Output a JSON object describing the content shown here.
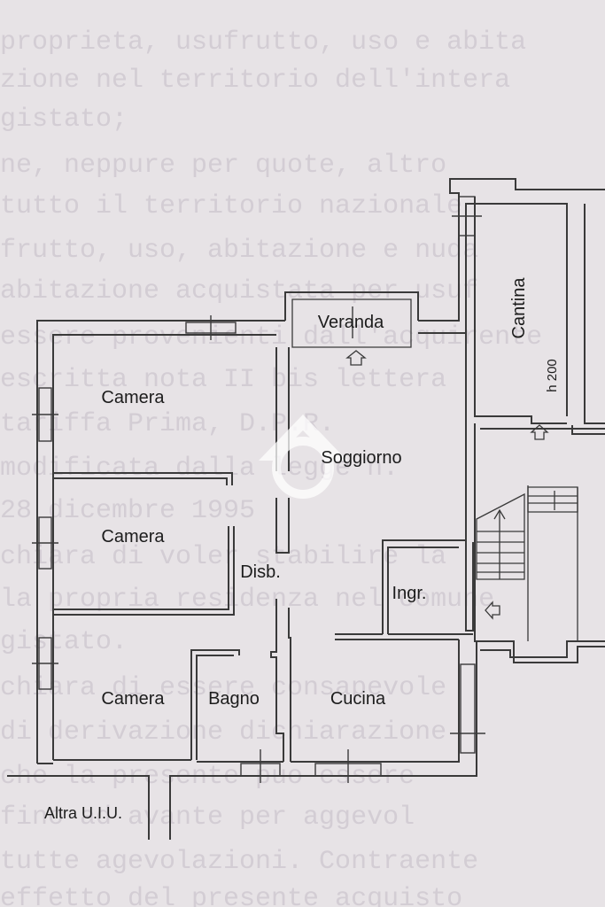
{
  "rooms": {
    "camera_top": "Camera",
    "camera_mid": "Camera",
    "camera_bottom": "Camera",
    "veranda": "Veranda",
    "soggiorno": "Soggiorno",
    "disb": "Disb.",
    "ingr": "Ingr.",
    "bagno": "Bagno",
    "cucina": "Cucina",
    "cantina": "Cantina",
    "altra": "Altra U.I.U."
  },
  "annotations": {
    "height": "h 200"
  },
  "background_text": [
    "proprieta, usufrutto, uso e abita",
    "zione nel territorio dell'intera",
    "gistato;",
    "ne, neppure per quote, altro",
    "tutto il territorio nazionale",
    "frutto, uso, abitazione e nuda",
    "abitazione acquistata per usuf",
    "essere provenienti dall'acquirente",
    "escritta nota II bis lettera",
    "tariffa Prima, D.P.R.",
    "modificata dalla legge n.",
    "28 dicembre 1995",
    "chiara di voler stabilire la",
    "la propria residenza nel comune",
    "gistato.",
    "chiara di essere consapevole",
    "di derivazione dichiarazione",
    "che la presente puo essere",
    "fino ad avante per aggevol",
    "tutte agevolazioni. Contraente",
    "effetto del presente acquisto"
  ],
  "colors": {
    "paper": "#e7e3e6",
    "line": "#3a3a3a",
    "label": "#1c1c1c",
    "watermark": "#ffffff",
    "background_text": "#d3cdd4"
  }
}
